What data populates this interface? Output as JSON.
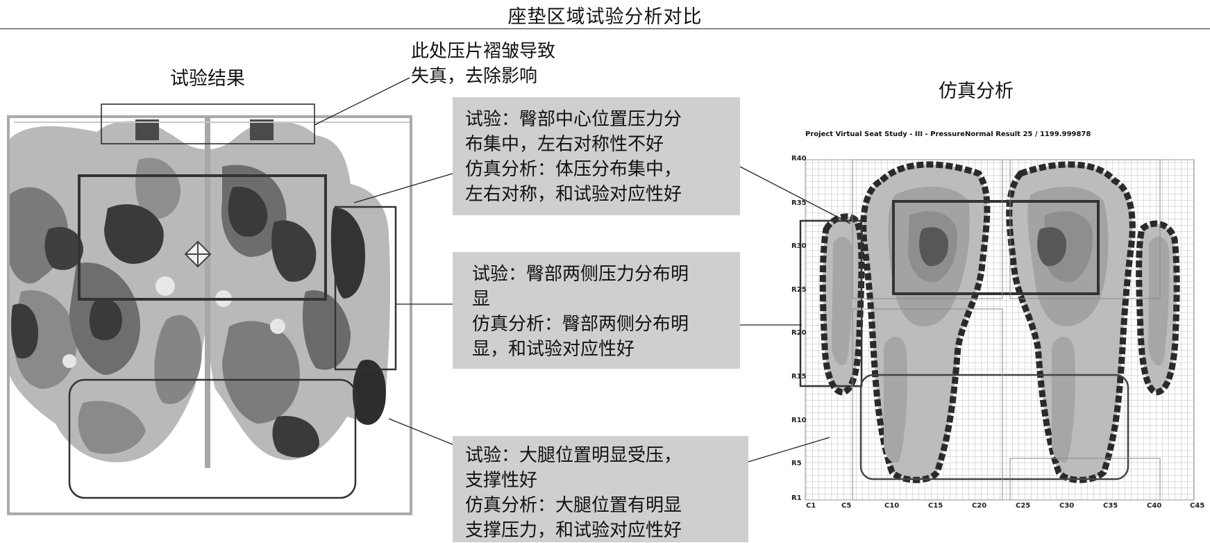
{
  "title": "座垫区域试验分析对比",
  "test_label": "试验结果",
  "sim_label": "仿真分析",
  "callout_top": [
    "此处压片褶皱导致",
    "失真，去除影响"
  ],
  "boxes": [
    {
      "lines": [
        "试验：臀部中心位置压力分",
        "布集中，左右对称性不好",
        "仿真分析：体压分布集中，",
        "左右对称，和试验对应性好"
      ]
    },
    {
      "lines": [
        "试验：臀部两侧压力分布明",
        "显",
        "仿真分析：臀部两侧分布明",
        "显，和试验对应性好"
      ]
    },
    {
      "lines": [
        "试验：大腿位置明显受压，",
        "支撑性好",
        "仿真分析：大腿位置有明显",
        "支撑压力，和试验对应性好"
      ]
    }
  ],
  "sim_plot_title": "Project Virtual Seat Study - III - PressureNormal Result 25 / 1199.999878",
  "row_labels": [
    "R40",
    "R35",
    "R30",
    "R25",
    "R20",
    "R15",
    "R10",
    "R5",
    "R1"
  ],
  "col_labels": [
    "C1",
    "C5",
    "C10",
    "C15",
    "C20",
    "C25",
    "C30",
    "C35",
    "C40",
    "C45"
  ],
  "colors": {
    "box_bg": "#cfcfcf",
    "dark": "#3a3a3a",
    "mid": "#8a8a8a",
    "light": "#bdbdbd",
    "grid": "#b8b8b8"
  }
}
